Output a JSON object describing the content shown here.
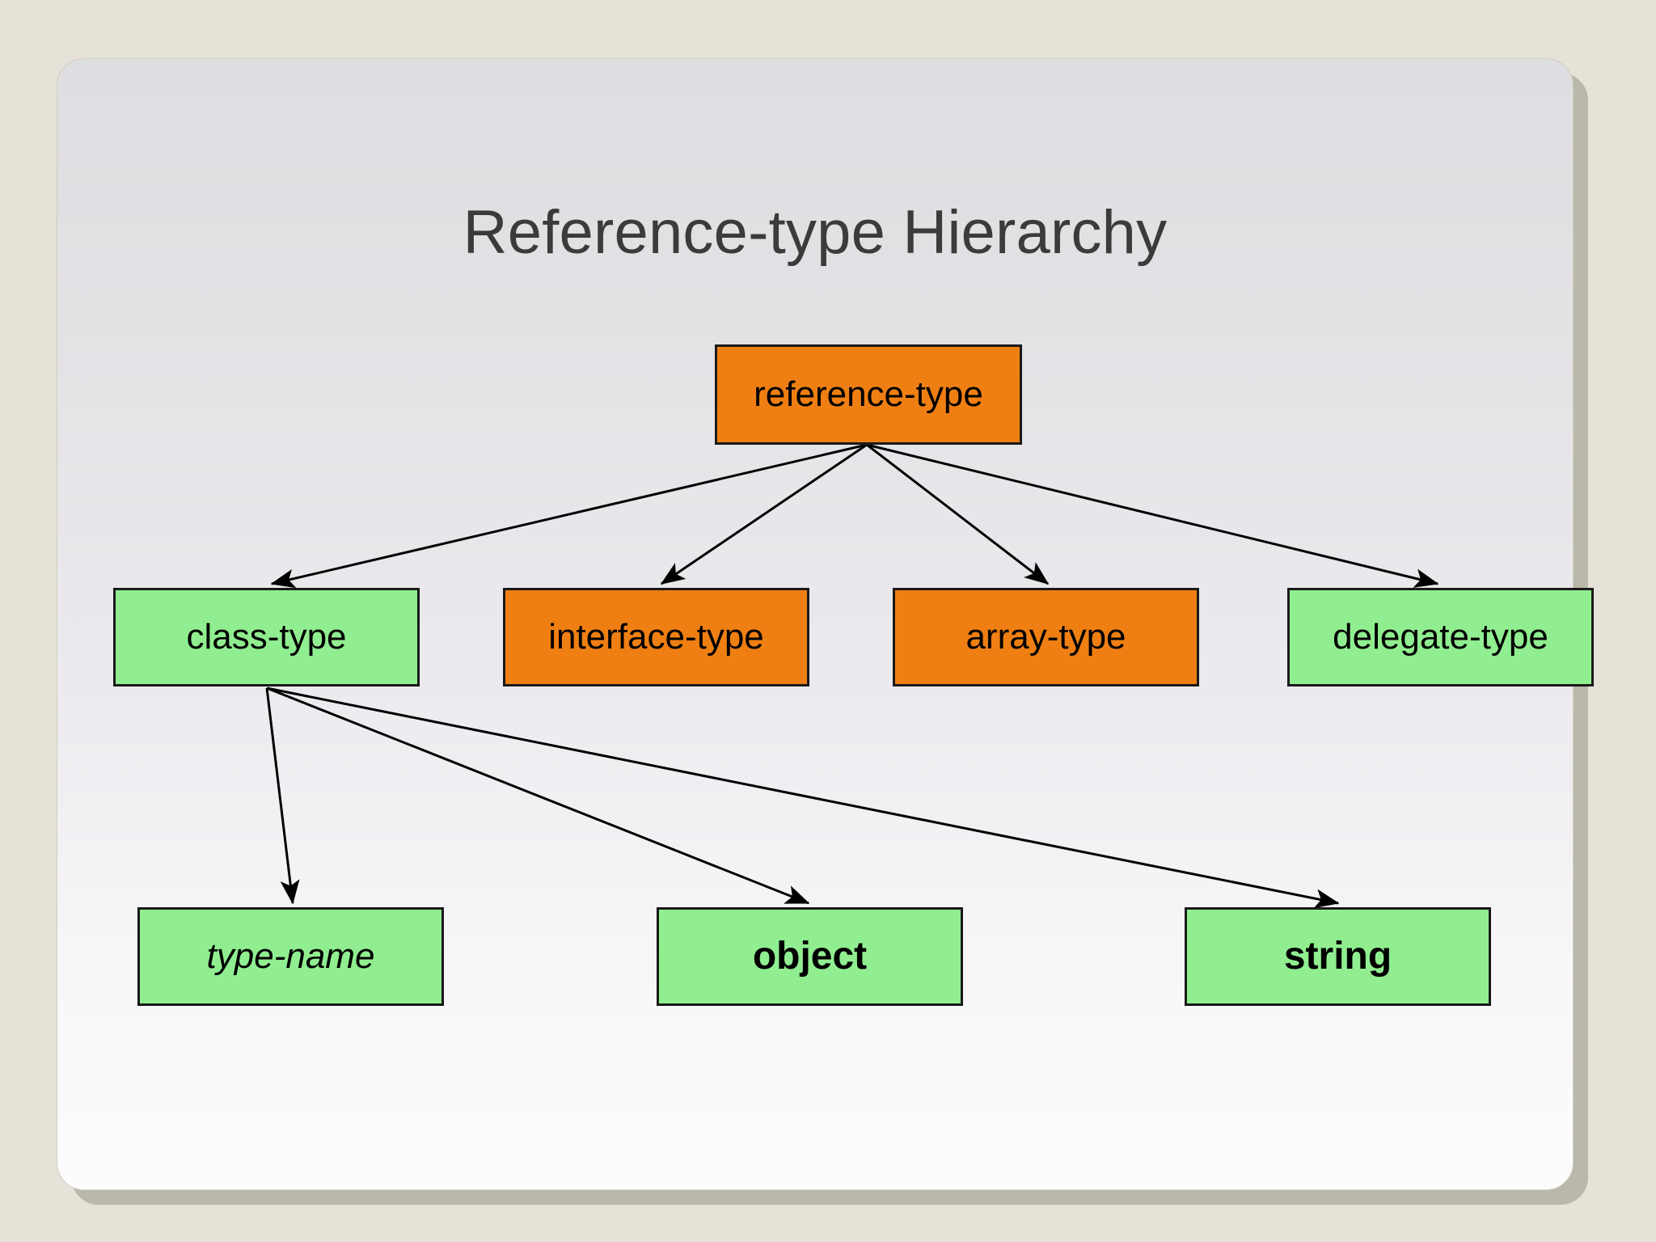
{
  "slide": {
    "title": "Reference-type Hierarchy",
    "background_outer": "#e6e2d7",
    "background_card_top": "#dedde1",
    "background_card_bottom": "#fdfcfd",
    "title_color": "#3b3b3b"
  },
  "palette": {
    "orange": "#ef7f13",
    "green": "#90ee90",
    "border": "#1a1a1a",
    "arrow": "#000000"
  },
  "diagram": {
    "type": "tree",
    "nodes": [
      {
        "id": "reference-type",
        "label": "reference-type",
        "fill": "#ef7f13",
        "style": "normal",
        "level": 0
      },
      {
        "id": "class-type",
        "label": "class-type",
        "fill": "#90ee90",
        "style": "normal",
        "level": 1
      },
      {
        "id": "interface-type",
        "label": "interface-type",
        "fill": "#ef7f13",
        "style": "normal",
        "level": 1
      },
      {
        "id": "array-type",
        "label": "array-type",
        "fill": "#ef7f13",
        "style": "normal",
        "level": 1
      },
      {
        "id": "delegate-type",
        "label": "delegate-type",
        "fill": "#90ee90",
        "style": "normal",
        "level": 1
      },
      {
        "id": "type-name",
        "label": "type-name",
        "fill": "#90ee90",
        "style": "italic",
        "level": 2
      },
      {
        "id": "object",
        "label": "object",
        "fill": "#90ee90",
        "style": "bold",
        "level": 2
      },
      {
        "id": "string",
        "label": "string",
        "fill": "#90ee90",
        "style": "bold",
        "level": 2
      }
    ],
    "edges": [
      {
        "from": "reference-type",
        "to": "class-type"
      },
      {
        "from": "reference-type",
        "to": "interface-type"
      },
      {
        "from": "reference-type",
        "to": "array-type"
      },
      {
        "from": "reference-type",
        "to": "delegate-type"
      },
      {
        "from": "class-type",
        "to": "type-name"
      },
      {
        "from": "class-type",
        "to": "object"
      },
      {
        "from": "class-type",
        "to": "string"
      }
    ]
  }
}
